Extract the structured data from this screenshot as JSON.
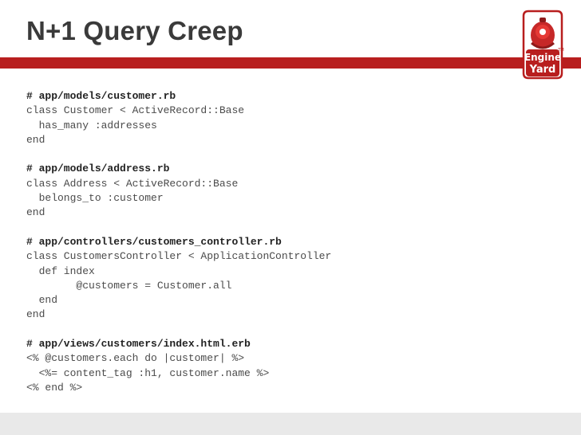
{
  "slide": {
    "title": "N+1 Query Creep",
    "logo": {
      "line1": "Engine",
      "line2": "Yard",
      "mark": "TM"
    }
  },
  "code_blocks": [
    {
      "header": "# app/models/customer.rb",
      "lines": [
        "class Customer < ActiveRecord::Base",
        "  has_many :addresses",
        "end"
      ]
    },
    {
      "header": "# app/models/address.rb",
      "lines": [
        "class Address < ActiveRecord::Base",
        "  belongs_to :customer",
        "end"
      ]
    },
    {
      "header": "# app/controllers/customers_controller.rb",
      "lines": [
        "class CustomersController < ApplicationController",
        "  def index",
        "        @customers = Customer.all",
        "  end",
        "end"
      ]
    },
    {
      "header": "# app/views/customers/index.html.erb",
      "lines": [
        "<% @customers.each do |customer| %>",
        "  <%= content_tag :h1, customer.name %>",
        "<% end %>"
      ]
    }
  ],
  "colors": {
    "accent": "#b81e1e",
    "title": "#3a3a3a",
    "code": "#4b4b4b"
  }
}
